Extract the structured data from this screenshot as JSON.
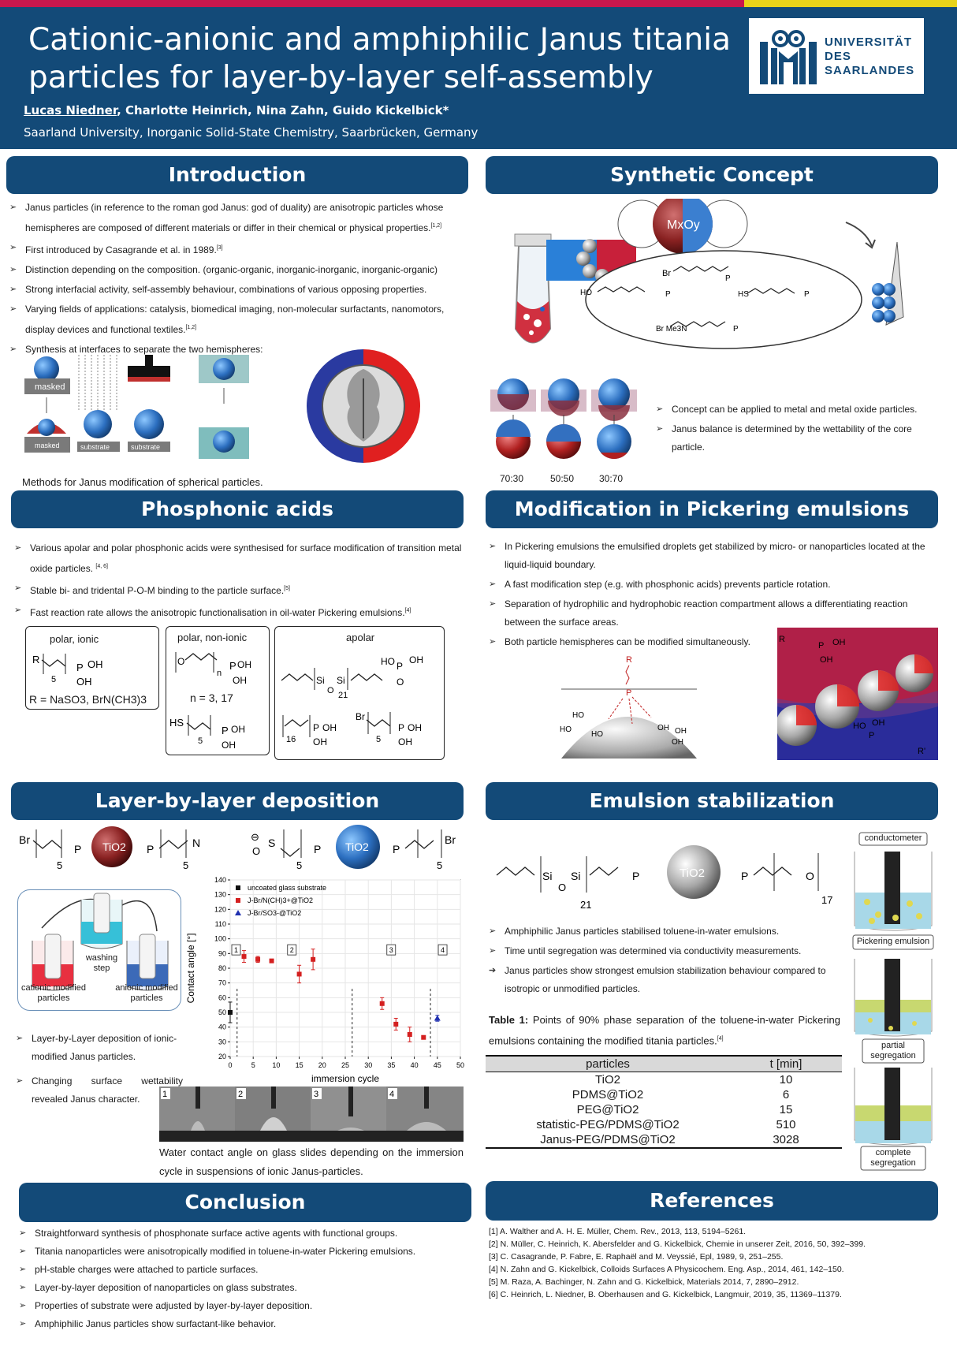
{
  "header": {
    "title_line1": "Cationic-anionic and amphiphilic Janus titania",
    "title_line2": "particles for layer-by-layer self-assembly",
    "author_first": "Lucas Niedner",
    "authors_rest": ", Charlotte Heinrich, Nina Zahn, Guido Kickelbick*",
    "affiliation": "Saarland University, Inorganic Solid-State Chemistry, Saarbrücken, Germany",
    "logo_line1": "UNIVERSITÄT",
    "logo_line2": "DES",
    "logo_line3": "SAARLANDES"
  },
  "intro": {
    "heading": "Introduction",
    "b1": "Janus particles (in reference to the roman god Janus: god of duality) are anisotropic particles whose hemispheres are composed of different materials or differ in their chemical or physical properties.",
    "b1_ref": "[1,2]",
    "b2": "First introduced by Casagrande et al. in 1989.",
    "b2_ref": "[3]",
    "b3": "Distinction depending on the composition. (organic-organic, inorganic-inorganic, inorganic-organic)",
    "b4": "Strong interfacial activity, self-assembly behaviour, combinations of various opposing properties.",
    "b5": "Varying fields of applications: catalysis, biomedical imaging, non-molecular surfactants, nanomotors, display devices and functional textiles.",
    "b5_ref": "[1,2]",
    "b6": "Synthesis at interfaces to separate the two hemispheres:",
    "lab_masked": "masked",
    "lab_substrate": "substrate",
    "caption": "Methods for Janus modification of spherical particles."
  },
  "concept": {
    "heading": "Synthetic Concept",
    "core": "MxOy",
    "b1": "Concept can be applied to metal and metal oxide particles.",
    "b2": "Janus balance is determined by the wettability of the core particle.",
    "ratios": [
      "70:30",
      "50:50",
      "30:70"
    ]
  },
  "phos": {
    "heading": "Phosphonic acids",
    "b1": "Various apolar and polar phosphonic acids were synthesised for surface modification of transition metal oxide particles.",
    "b1_ref": "[4, 6]",
    "b2": "Stable bi- and tridental P-O-M binding to the particle surface.",
    "b2_ref": "[5]",
    "b3": "Fast reaction rate allows the anisotropic functionalisation in oil-water Pickering emulsions.",
    "b3_ref": "[4]",
    "box1_label": "polar, ionic",
    "box1_R": "R = NaSO3, BrN(CH3)3",
    "box2_label": "polar, non-ionic",
    "box2_n": "n = 3, 17",
    "box3_label": "apolar"
  },
  "pick": {
    "heading": "Modification in Pickering emulsions",
    "b1": "In Pickering emulsions the emulsified droplets get stabilized by micro- or nanoparticles located at the liquid-liquid boundary.",
    "b2": "A fast modification step (e.g. with phosphonic acids) prevents particle rotation.",
    "b3": "Separation of hydrophilic and hydrophobic reaction compartment allows a differentiating reaction between the surface areas.",
    "b4": "Both particle hemispheres can be modified simultaneously."
  },
  "lbl": {
    "heading": "Layer-by-layer deposition",
    "core": "TiO2",
    "washing": "washing step",
    "cationic": "cationic modified particles",
    "anionic": "anionic modified particles",
    "b1": "Layer-by-Layer deposition of ionic-modified Janus particles.",
    "b2": "Changing surface wettability revealed Janus character.",
    "caption": "Water contact angle on glass slides depending on the immersion cycle in suspensions of ionic Janus-particles.",
    "photo_labels": [
      "1",
      "2",
      "3",
      "4"
    ]
  },
  "chart_data": {
    "type": "scatter",
    "xlabel": "immersion cycle",
    "ylabel": "Contact angle [°]",
    "xlim": [
      0,
      50
    ],
    "ylim": [
      20,
      140
    ],
    "xticks": [
      "0",
      "5",
      "10",
      "15",
      "20",
      "25",
      "30",
      "35",
      "40",
      "45",
      "50"
    ],
    "yticks": [
      "20",
      "30",
      "40",
      "50",
      "60",
      "70",
      "80",
      "90",
      "100",
      "110",
      "120",
      "130",
      "140"
    ],
    "regions": [
      "1",
      "2",
      "3",
      "4"
    ],
    "region_dividers": [
      1.5,
      26.5,
      43.5
    ],
    "series": [
      {
        "name": "uncoated glass substrate",
        "color": "#111111",
        "marker": "square",
        "x": [
          0
        ],
        "y": [
          50
        ],
        "err": [
          7
        ]
      },
      {
        "name": "J-Br/N(CH)3+@TiO2",
        "color": "#d42020",
        "marker": "square",
        "x": [
          3,
          6,
          9,
          15,
          18,
          33,
          36,
          39,
          42
        ],
        "y": [
          88,
          86,
          85,
          76,
          86,
          56,
          42,
          35,
          33
        ],
        "err": [
          4,
          2,
          1,
          6,
          7,
          4,
          4,
          5,
          1
        ]
      },
      {
        "name": "J-Br/SO3-@TiO2",
        "color": "#2030b0",
        "marker": "triangle",
        "x": [
          45
        ],
        "y": [
          46
        ],
        "err": [
          2
        ]
      }
    ]
  },
  "emul": {
    "heading": "Emulsion stabilization",
    "core": "TiO2",
    "b1": "Amphiphilic Janus particles stabilised toluene-in-water emulsions.",
    "b2": "Time until segregation was determined via conductivity measurements.",
    "b3": "Janus particles show strongest emulsion stabilization behaviour compared to isotropic or unmodified particles.",
    "table_caption_bold": "Table 1:",
    "table_caption": " Points of 90% phase separation of the toluene-in-water Pickering emulsions containing the modified titania particles.",
    "table_caption_ref": "[4]",
    "col1": "particles",
    "col2": "t [min]",
    "rows": [
      {
        "p": "TiO2",
        "t": "10"
      },
      {
        "p": "PDMS@TiO2",
        "t": "6"
      },
      {
        "p": "PEG@TiO2",
        "t": "15"
      },
      {
        "p": "statistic-PEG/PDMS@TiO2",
        "t": "510"
      },
      {
        "p": "Janus-PEG/PDMS@TiO2",
        "t": "3028"
      }
    ],
    "conductometer": "conductometer",
    "pickering": "Pickering emulsion",
    "partial": "partial segregation",
    "complete": "complete segregation"
  },
  "concl": {
    "heading": "Conclusion",
    "items": [
      "Straightforward synthesis of phosphonate surface active agents with functional groups.",
      "Titania nanoparticles were anisotropically modified in toluene-in-water Pickering emulsions.",
      "pH-stable charges were attached to particle surfaces.",
      "Layer-by-layer deposition of nanoparticles on glass substrates.",
      "Properties of substrate were adjusted by layer-by-layer deposition.",
      "Amphiphilic Janus particles show surfactant-like behavior."
    ]
  },
  "refs": {
    "heading": "References",
    "items": [
      "[1] A. Walther and A. H. E. Müller, Chem. Rev., 2013, 113, 5194–5261.",
      "[2] N. Müller, C. Heinrich, K. Abersfelder and G. Kickelbick, Chemie in unserer Zeit, 2016, 50, 392–399.",
      "[3] C. Casagrande, P. Fabre, E. Raphaël and M. Veyssié, Epl, 1989, 9, 251–255.",
      "[4] N. Zahn and G. Kickelbick, Colloids Surfaces A Physicochem. Eng. Asp., 2014, 461, 142–150.",
      "[5] M. Raza, A. Bachinger, N. Zahn and G. Kickelbick, Materials 2014, 7, 2890–2912.",
      "[6] C. Heinrich, L. Niedner, B. Oberhausen and G. Kickelbick, Langmuir, 2019, 35, 11369–11379."
    ]
  }
}
